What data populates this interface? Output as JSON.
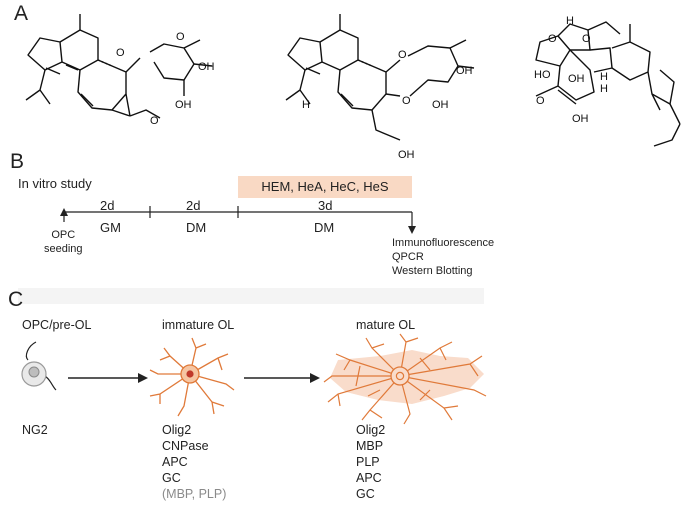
{
  "panel_a": {
    "letter": "A",
    "structure1": {
      "atoms": [
        "O",
        "O",
        "OH",
        "OH",
        "O"
      ]
    },
    "structure2": {
      "atoms": [
        "H",
        "O",
        "O",
        "OH",
        "OH",
        "OH"
      ]
    },
    "structure3": {
      "atoms": [
        "H",
        "O",
        "O",
        "H",
        "HO",
        "OH",
        "H",
        "O",
        "OH"
      ]
    }
  },
  "panel_b": {
    "letter": "B",
    "subtitle": "In vitro study",
    "treatment": "HEM, HeA, HeC, HeS",
    "durations": [
      "2d",
      "2d",
      "3d"
    ],
    "media": [
      "GM",
      "DM",
      "DM"
    ],
    "start_label": [
      "OPC",
      "seeding"
    ],
    "end_labels": [
      "Immunofluorescence",
      "QPCR",
      "Western Blotting"
    ],
    "colors": {
      "treatment_bg": "#f9d9c4"
    }
  },
  "panel_c": {
    "letter": "C",
    "stages": [
      {
        "title": "OPC/pre-OL",
        "markers": [
          "NG2"
        ],
        "muted": []
      },
      {
        "title": "immature OL",
        "markers": [
          "Olig2",
          "CNPase",
          "APC",
          "GC"
        ],
        "muted": [
          "(MBP, PLP)"
        ]
      },
      {
        "title": "mature OL",
        "markers": [
          "Olig2",
          "MBP",
          "PLP",
          "APC",
          "GC"
        ],
        "muted": []
      }
    ],
    "colors": {
      "cell_orange": "#e07a3a",
      "cell_fill": "#f6c5a2",
      "nucleus": "#c0392b",
      "opc_grey": "#9a9a9a"
    }
  }
}
